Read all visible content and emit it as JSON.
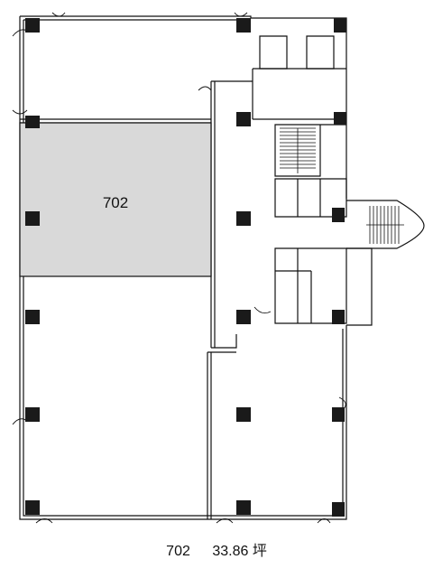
{
  "plan": {
    "unit_label": "702",
    "highlight_color": "#d9d9d9",
    "wall_color": "#111111",
    "column_color": "#1a1a1a"
  },
  "caption": {
    "unit": "702",
    "area": "33.86 坪"
  }
}
